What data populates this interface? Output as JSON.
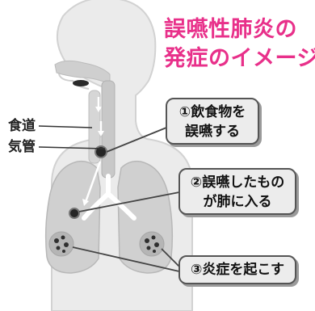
{
  "title": {
    "line1": "誤嚥性肺炎の",
    "line2": "発症のイメージ"
  },
  "labels": {
    "esophagus": "食道",
    "trachea": "気管"
  },
  "callouts": [
    {
      "line1": "①飲食物を",
      "line2": "誤嚥する"
    },
    {
      "line1": "②誤嚥したもの",
      "line2": "が肺に入る"
    },
    {
      "line1": "③炎症を起こす"
    }
  ],
  "colors": {
    "title": "#e8308a",
    "body_fill": "#e9e9e9",
    "lung_fill": "#d2d2d2",
    "callout_fill": "#ececec"
  }
}
